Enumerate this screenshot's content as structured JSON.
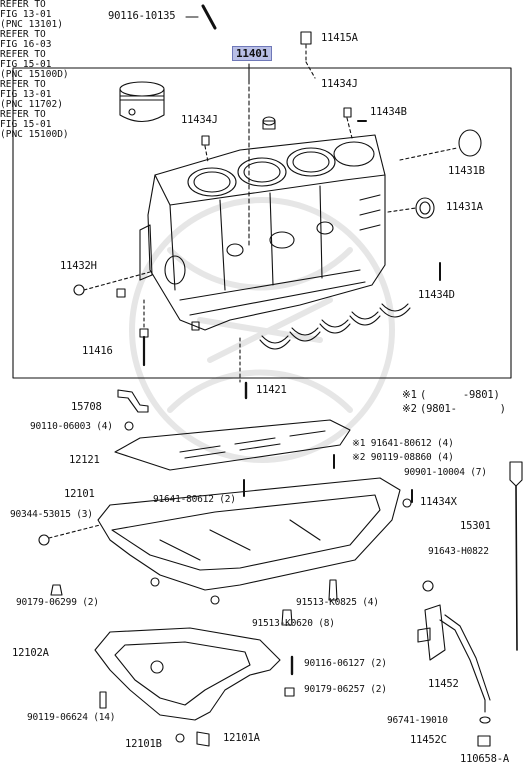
{
  "diagram": {
    "highlighted_part": "11401",
    "figure_id": "110658-A",
    "notes": {
      "note1_mark": "※1",
      "note1_range": "(      -9801)",
      "note2_mark": "※2",
      "note2_range": "(9801-       )"
    },
    "references": {
      "ref_piston": "REFER TO\nFIG 13-01\n(PNC 13101)",
      "ref_fig1603": "REFER TO\nFIG 16-03",
      "ref_left": "REFER TO\nFIG 15-01\n(PNC 15100D)",
      "ref_center": "REFER TO\nFIG 15-01\n(PNC 15100D)",
      "ref_right": "REFER TO\nFIG 13-01\n(PNC 11702)"
    },
    "parts": {
      "p90116_10135": "90116-10135",
      "p11415A": "11415A",
      "p11434J_a": "11434J",
      "p11434J_b": "11434J",
      "p11434B": "11434B",
      "p11431B": "11431B",
      "p11431A": "11431A",
      "p11432H": "11432H",
      "p11434D": "11434D",
      "p11416": "11416",
      "p11421": "11421",
      "p15708": "15708",
      "p90110_06003": "90110-06003 (4)",
      "p12121": "12121",
      "p91641_80612_4": "※1 91641-80612 (4)",
      "p90119_08860": "※2 90119-08860 (4)",
      "p12101": "12101",
      "p91641_80612_2": "91641-80612 (2)",
      "p90901_10004": "90901-10004 (7)",
      "p11434X": "11434X",
      "p90344_53015": "90344-53015 (3)",
      "p15301": "15301",
      "p91643_H0822": "91643-H0822",
      "p90179_06299": "90179-06299 (2)",
      "p91513_K0825": "91513-K0825 (4)",
      "p91513_K0620": "91513-K0620 (8)",
      "p12102A": "12102A",
      "p90116_06127": "90116-06127 (2)",
      "p90179_06257": "90179-06257 (2)",
      "p11452": "11452",
      "p90119_06624": "90119-06624 (14)",
      "p96741_19010": "96741-19010",
      "p12101B": "12101B",
      "p12101A": "12101A",
      "p11452C": "11452C"
    }
  }
}
